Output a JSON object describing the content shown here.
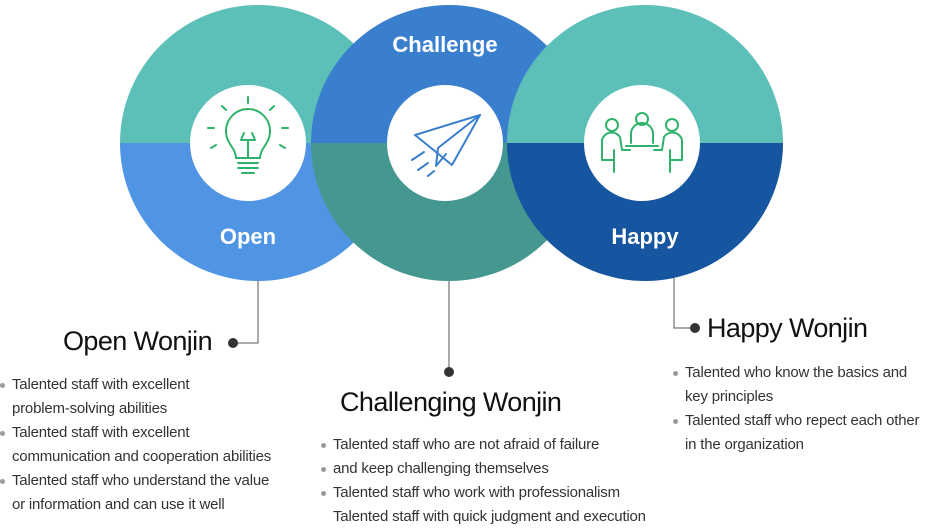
{
  "circles": {
    "open": {
      "label": "Open",
      "icon": "lightbulb-icon",
      "color_top": "#5cc0b9",
      "color_bottom": "#4f95e3"
    },
    "challenge": {
      "label": "Challenge",
      "icon": "paper-plane-icon",
      "color_top": "#3a7fce",
      "color_bottom": "#45988f"
    },
    "happy": {
      "label": "Happy",
      "icon": "meeting-people-icon",
      "color_top": "#5cc0b9",
      "color_bottom": "#16559f"
    }
  },
  "sections": {
    "open": {
      "title": "Open Wonjin",
      "bullets": [
        {
          "text": "Talented staff with excellent",
          "marker": true
        },
        {
          "text": "problem-solving abilities",
          "marker": false
        },
        {
          "text": "Talented staff with excellent",
          "marker": true
        },
        {
          "text": "communication and cooperation abilities",
          "marker": false
        },
        {
          "text": "Talented staff who understand the value",
          "marker": true
        },
        {
          "text": "or information and can use it well",
          "marker": false
        }
      ]
    },
    "challenging": {
      "title": "Challenging Wonjin",
      "bullets": [
        {
          "text": "Talented staff who are not afraid of failure",
          "marker": true
        },
        {
          "text": "and keep challenging themselves",
          "marker": true
        },
        {
          "text": "Talented staff who work with professionalism",
          "marker": true
        },
        {
          "text": "Talented staff with quick judgment and execution",
          "marker": false
        }
      ]
    },
    "happy": {
      "title": "Happy Wonjin",
      "bullets": [
        {
          "text": "Talented who know the basics and",
          "marker": true
        },
        {
          "text": "key principles",
          "marker": false
        },
        {
          "text": "Talented staff who repect each other",
          "marker": true
        },
        {
          "text": "in the organization",
          "marker": false
        }
      ]
    }
  },
  "colors": {
    "icon_green": "#2fb26b",
    "connector": "#555555",
    "dot": "#333333"
  }
}
